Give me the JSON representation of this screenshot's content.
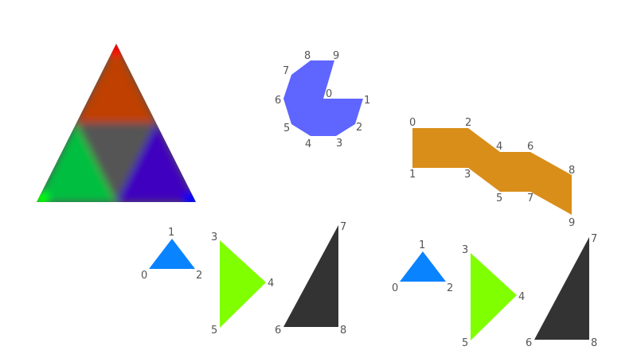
{
  "colors": {
    "background": "#ffffff",
    "gradient_top": "#ff0000",
    "gradient_left": "#00ff00",
    "gradient_right": "#0000ff",
    "pacman": "#5f65ff",
    "strip": "#d98e1a",
    "small_triangle": "#0a83ff",
    "green_triangle": "#80ff00",
    "dark_triangle": "#333333",
    "label": "#555555"
  },
  "shapes": {
    "gradient_triangle": {
      "vertex_colors": [
        "#ff0000",
        "#00ff00",
        "#0000ff"
      ]
    },
    "pacman": {
      "labels": [
        "0",
        "1",
        "2",
        "3",
        "4",
        "5",
        "6",
        "7",
        "8",
        "9"
      ]
    },
    "strip": {
      "labels": [
        "0",
        "1",
        "2",
        "3",
        "4",
        "5",
        "6",
        "7",
        "8",
        "9"
      ]
    },
    "group_left": {
      "labels": [
        "0",
        "1",
        "2",
        "3",
        "4",
        "5",
        "6",
        "7",
        "8"
      ]
    },
    "group_right": {
      "labels": [
        "0",
        "1",
        "2",
        "3",
        "4",
        "5",
        "6",
        "7",
        "8"
      ]
    }
  }
}
